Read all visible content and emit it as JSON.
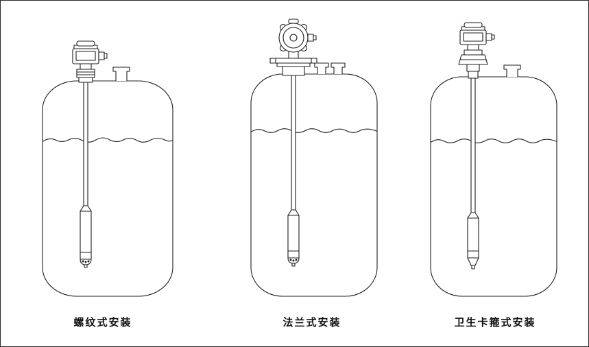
{
  "figure": {
    "title": "level-transmitter-installation-methods",
    "labels": [
      {
        "label": "螺纹式安装"
      },
      {
        "label": "法兰式安装"
      },
      {
        "label": "卫生卡箍式安装"
      }
    ],
    "line_color": "#1c1c1c",
    "background_color": "#ffffff"
  }
}
